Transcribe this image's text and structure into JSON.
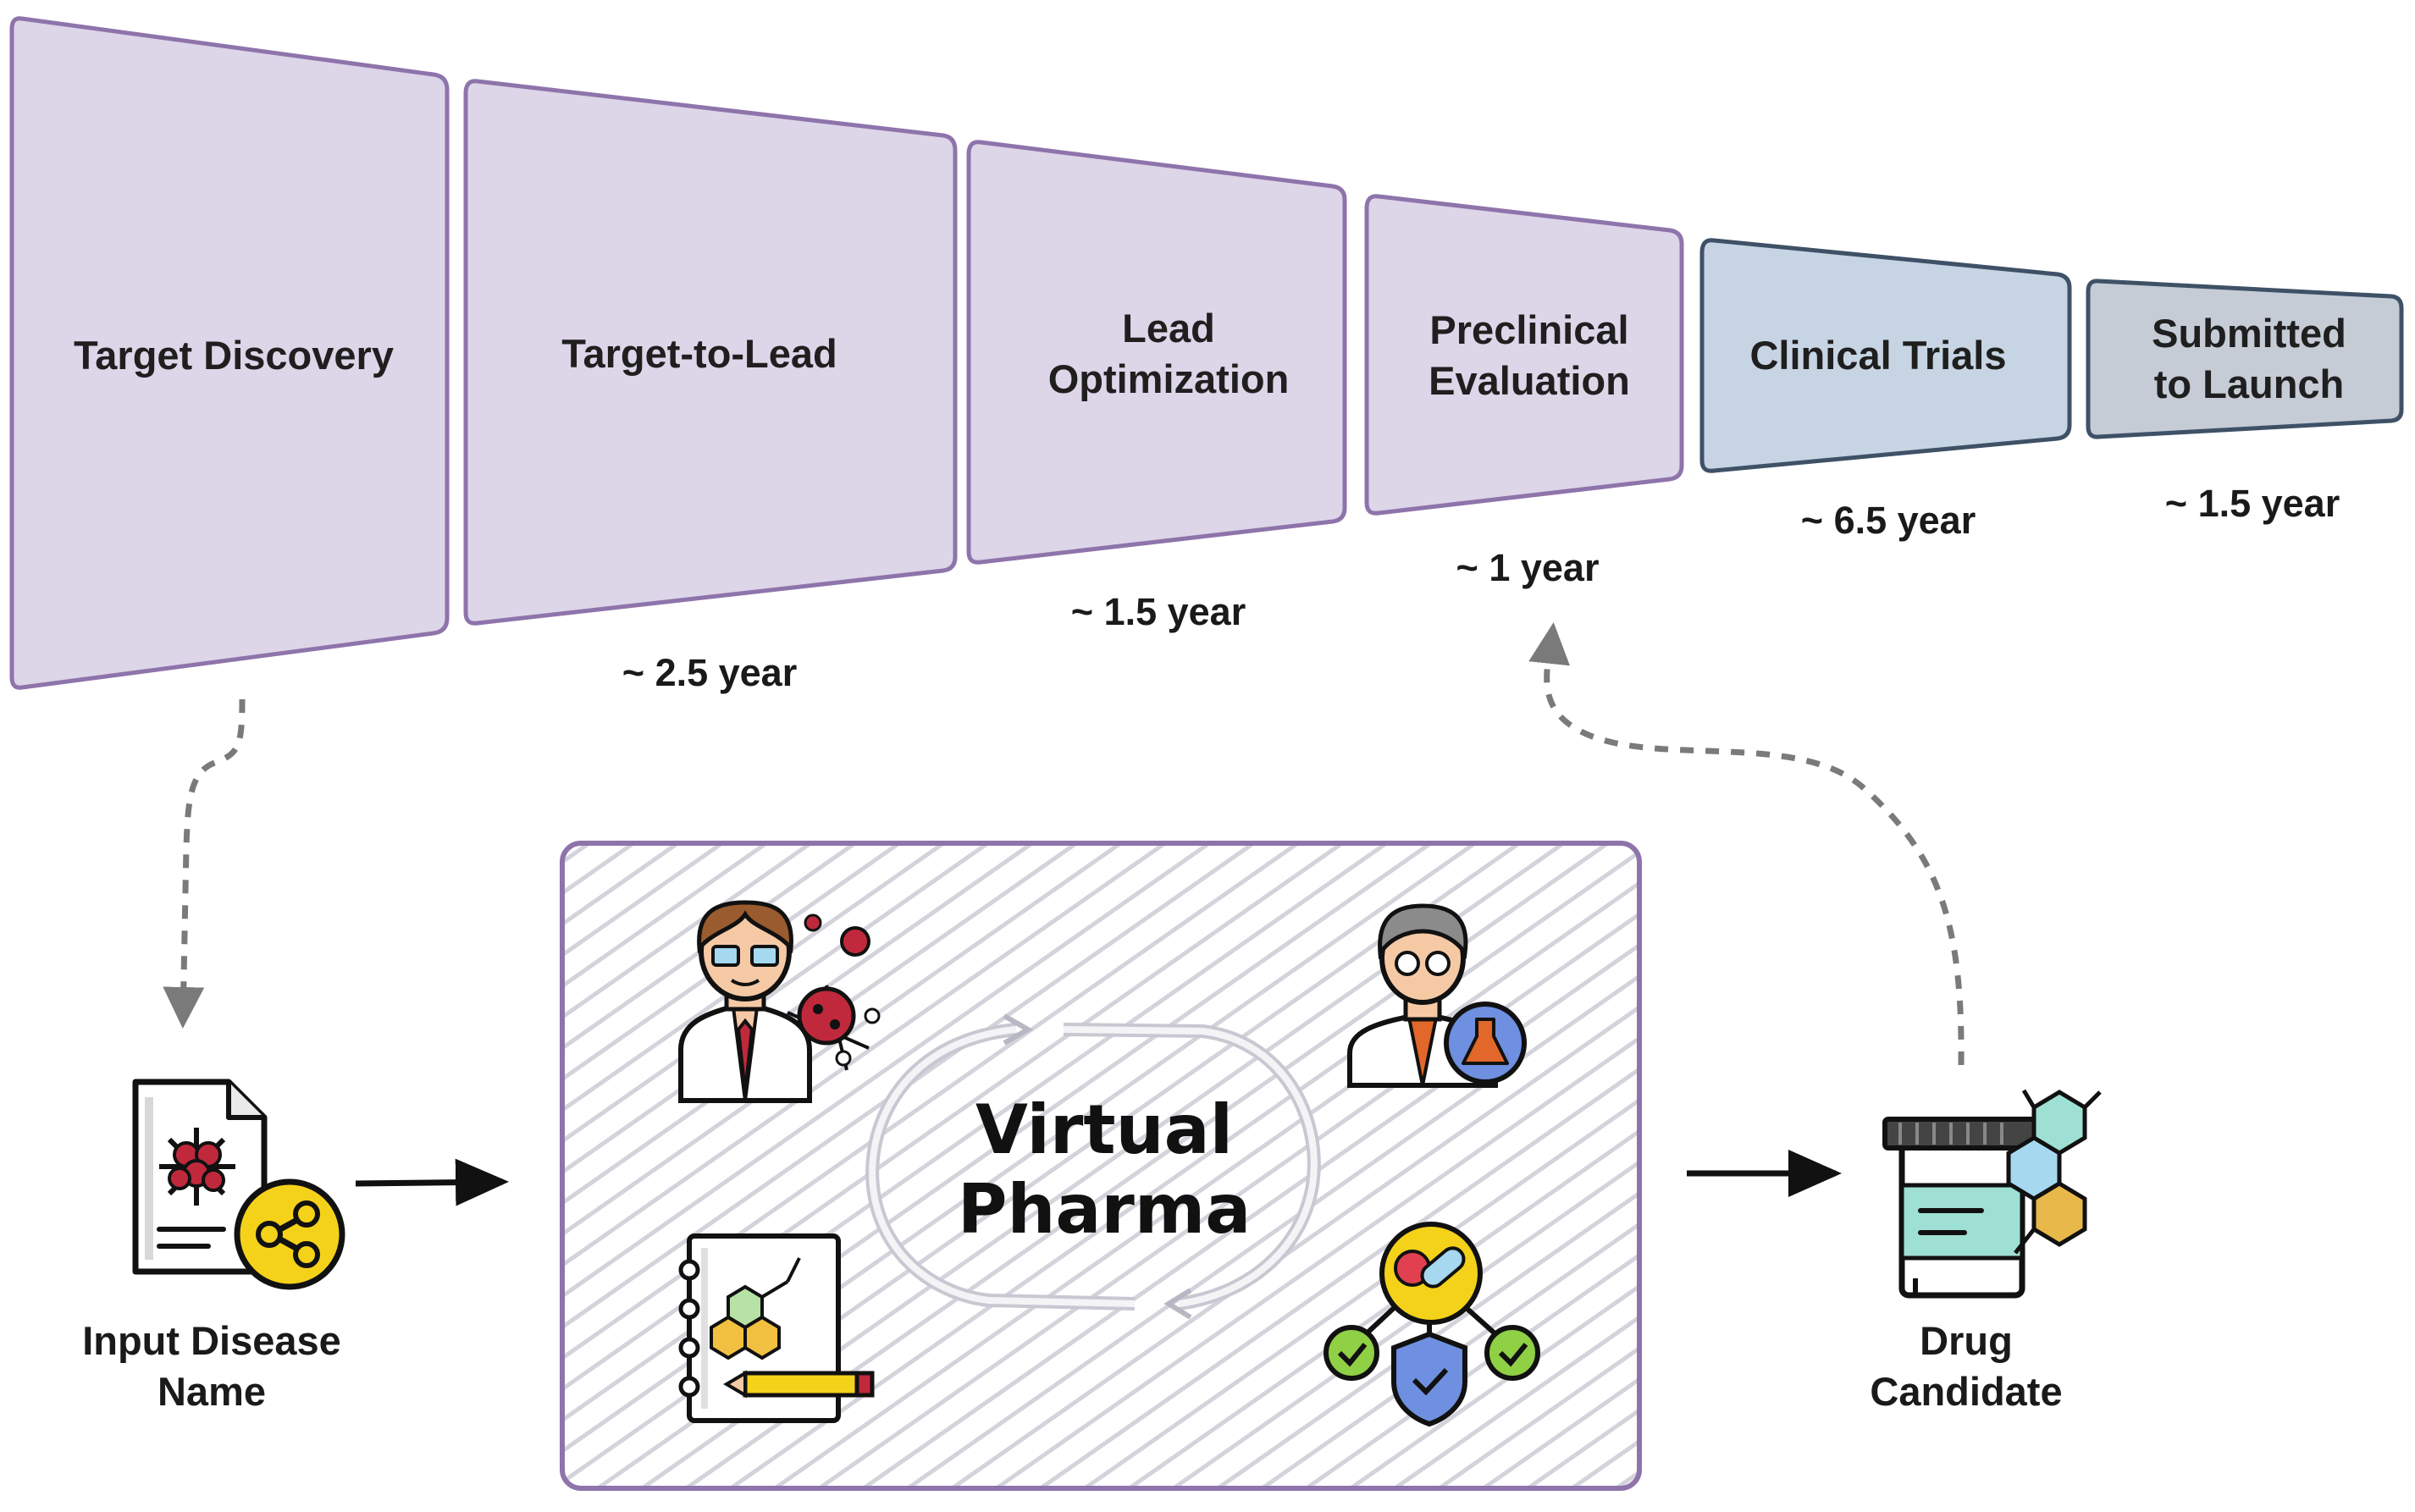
{
  "stages": [
    {
      "lines": [
        "Target Discovery"
      ],
      "duration": "",
      "fill": "#ddd5e8",
      "stroke": "#8e74ab",
      "text": "#1f1f1f"
    },
    {
      "lines": [
        "Target-to-Lead"
      ],
      "duration": "~ 2.5 year",
      "fill": "#ddd5e8",
      "stroke": "#8e74ab",
      "text": "#1f1f1f"
    },
    {
      "lines": [
        "Lead",
        "Optimization"
      ],
      "duration": "~ 1.5 year",
      "fill": "#ddd5e8",
      "stroke": "#8e74ab",
      "text": "#1f1f1f"
    },
    {
      "lines": [
        "Preclinical",
        "Evaluation"
      ],
      "duration": "~ 1 year",
      "fill": "#ddd5e8",
      "stroke": "#8e74ab",
      "text": "#1f1f1f"
    },
    {
      "lines": [
        "Clinical Trials"
      ],
      "duration": "~ 6.5 year",
      "fill": "#c6d4e3",
      "stroke": "#3e5166",
      "text": "#3e4650"
    },
    {
      "lines": [
        "Submitted",
        "to Launch"
      ],
      "duration": "~ 1.5 year",
      "fill": "#c5ccd6",
      "stroke": "#3e5166",
      "text": "#1f1f1f"
    }
  ],
  "input": {
    "line1": "Input Disease",
    "line2": "Name",
    "icon": "disease-document-share-icon"
  },
  "core": {
    "line1": "Virtual",
    "line2": "Pharma",
    "border": "#8e74ab"
  },
  "output": {
    "line1": "Drug",
    "line2": "Candidate",
    "icon": "drug-bottle-molecule-icon"
  },
  "agents": [
    {
      "icon": "scientist-virus-icon"
    },
    {
      "icon": "doctor-flask-icon"
    },
    {
      "icon": "notebook-molecule-pencil-icon"
    },
    {
      "icon": "pill-safety-network-icon"
    }
  ]
}
